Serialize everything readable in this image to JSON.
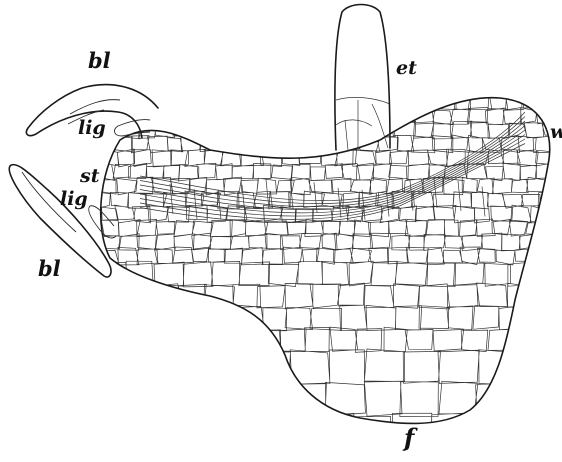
{
  "labels": {
    "bl_top": "bl",
    "lig_top": "lig",
    "st": "st",
    "lig_bottom": "lig",
    "bl_bottom": "bl",
    "et": "et",
    "w": "w",
    "f": "f"
  }
}
